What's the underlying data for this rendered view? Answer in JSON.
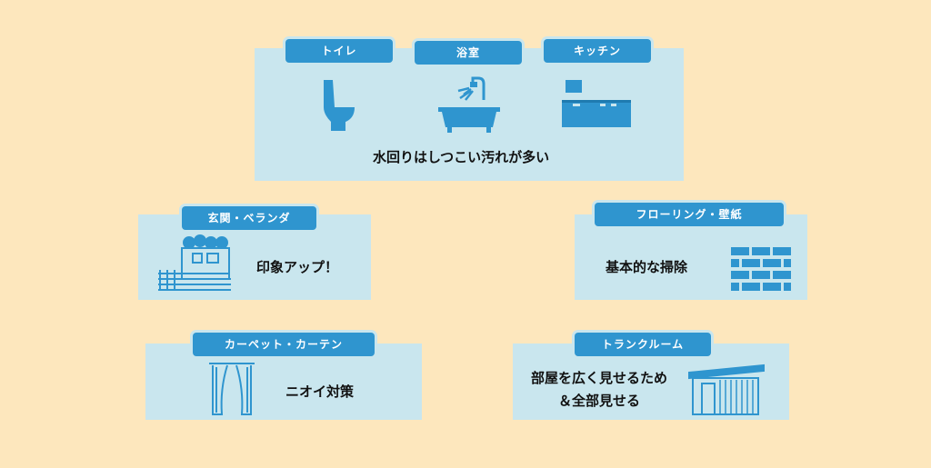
{
  "top": {
    "tabs": [
      "トイレ",
      "浴室",
      "キッチン"
    ],
    "caption": "水回りはしつこい汚れが多い"
  },
  "entrance": {
    "tab": "玄関・ベランダ",
    "caption": "印象アップ！"
  },
  "flooring": {
    "tab": "フローリング・壁紙",
    "caption": "基本的な掃除"
  },
  "carpet": {
    "tab": "カーペット・カーテン",
    "caption": "ニオイ対策"
  },
  "trunk": {
    "tab": "トランクルーム",
    "caption_line1": "部屋を広く見せるため",
    "caption_line2": "＆全部見せる"
  },
  "colors": {
    "background": "#fde7bd",
    "panel": "#c9e6ee",
    "accent": "#2f95cf"
  },
  "icons": [
    "toilet-icon",
    "bathtub-icon",
    "kitchen-icon",
    "house-icon",
    "brick-wall-icon",
    "curtain-icon",
    "storage-shed-icon"
  ]
}
